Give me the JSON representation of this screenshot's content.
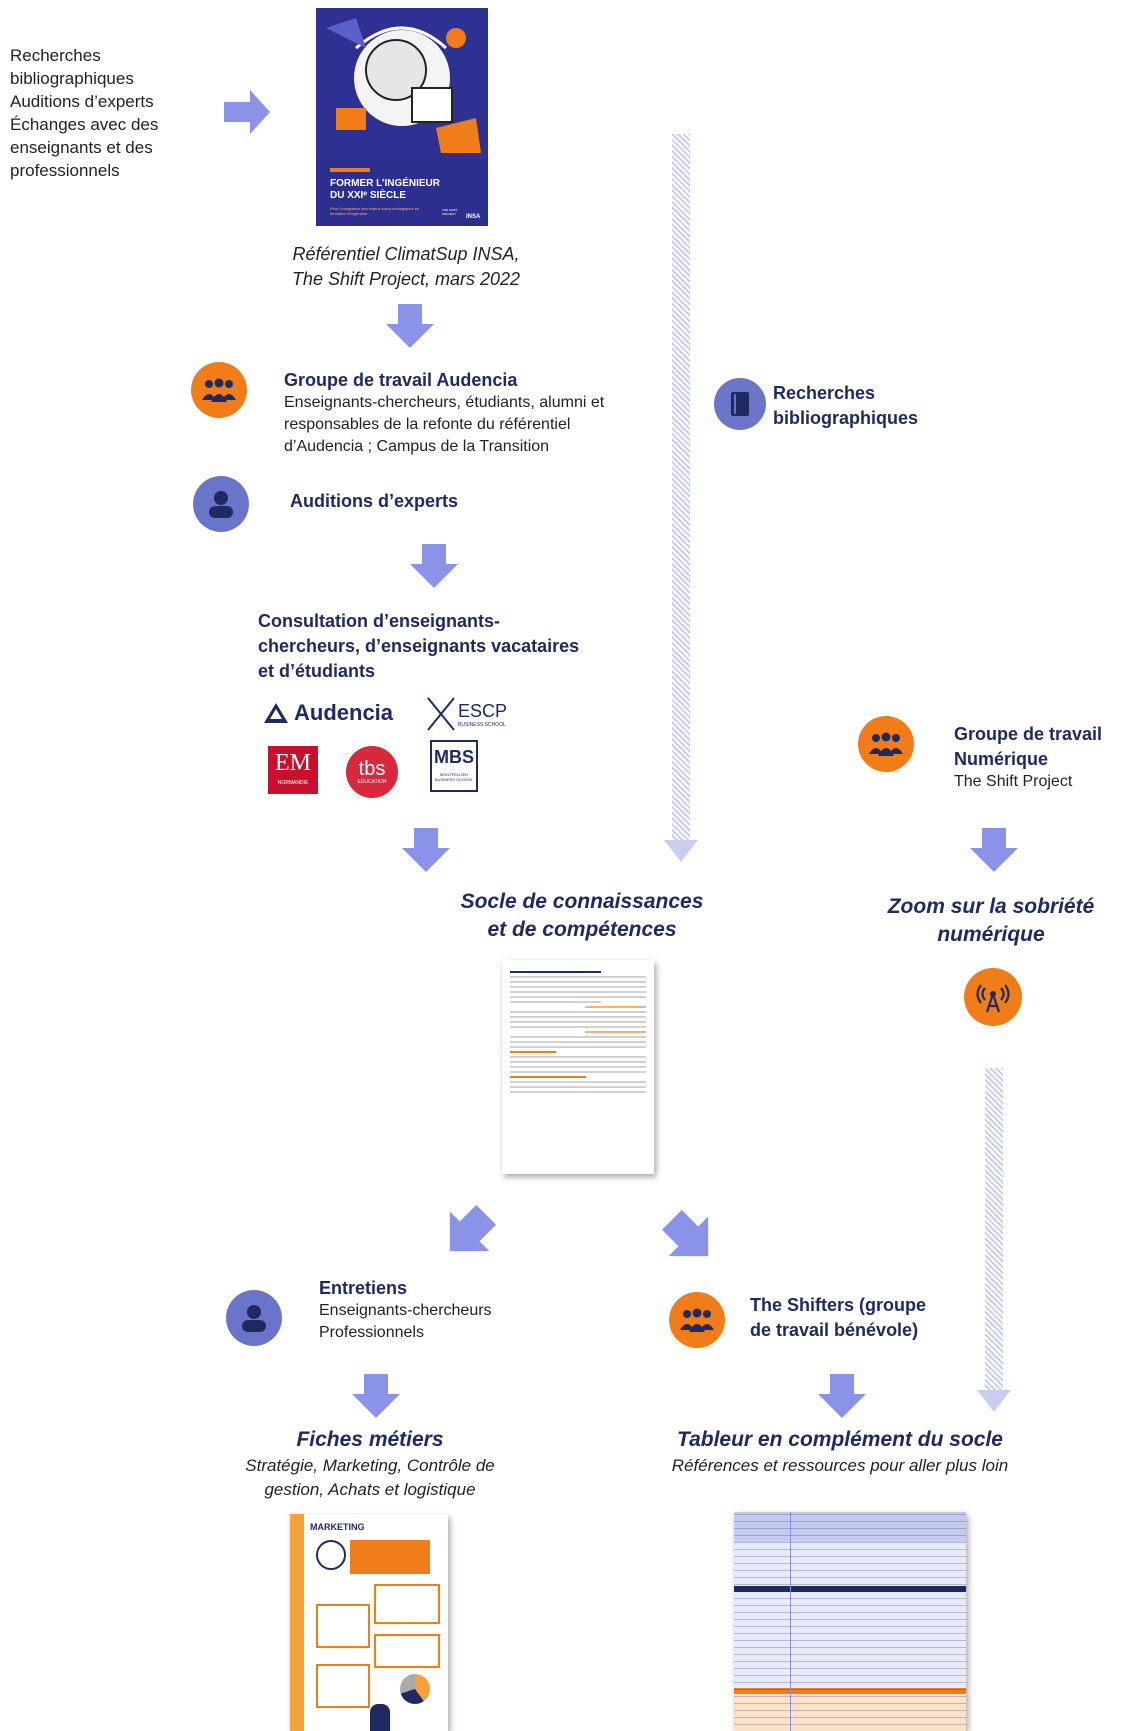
{
  "intro": {
    "lines": [
      "Recherches",
      "bibliographiques",
      "Auditions d’experts",
      "Échanges avec des",
      "enseignants et des",
      "professionnels"
    ]
  },
  "cover": {
    "title_line1": "FORMER L’INGÉNIEUR",
    "title_line2": "DU XXIᵉ SIÈCLE",
    "subtitle": "Pour l’intégration des enjeux socio-écologiques en formation d’ingénieur",
    "brand1": "THE SHIFT PROJECT",
    "brand2": "INSA"
  },
  "referential": {
    "line1": "Référentiel ClimatSup INSA,",
    "line2": "The Shift Project, mars 2022"
  },
  "group_audencia": {
    "title": "Groupe de travail Audencia",
    "desc1": "Enseignants-chercheurs, étudiants, alumni et",
    "desc2": "responsables de la refonte du référentiel",
    "desc3": "d’Audencia ; Campus de la Transition"
  },
  "experts": {
    "title": "Auditions  d’experts"
  },
  "consultation": {
    "line1": "Consultation d’enseignants-",
    "line2": "chercheurs, d’enseignants vacataires",
    "line3": "et d’étudiants"
  },
  "logos": {
    "audencia": "Audencia",
    "escp": "ESCP",
    "escp_sub": "BUSINESS SCHOOL",
    "em": "EM",
    "em_sub": "NORMANDIE",
    "tbs": "tbs",
    "tbs_sub": "EDUCATION",
    "mbs": "MBS",
    "mbs_sub": "MONTPELLIER BUSINESS SCHOOL"
  },
  "biblio": {
    "line1": "Recherches",
    "line2": "bibliographiques"
  },
  "group_numerique": {
    "line1": "Groupe de travail",
    "line2": "Numérique",
    "line3": "The Shift Project"
  },
  "socle": {
    "line1": "Socle de connaissances",
    "line2": "et de compétences"
  },
  "zoom": {
    "line1": "Zoom sur la sobriété",
    "line2": "numérique"
  },
  "entretiens": {
    "title": "Entretiens",
    "line1": "Enseignants-chercheurs",
    "line2": "Professionnels"
  },
  "shifters": {
    "line1": "The Shifters (groupe",
    "line2": "de travail bénévole)"
  },
  "fiches": {
    "title": "Fiches métiers",
    "line1": "Stratégie,  Marketing, Contrôle de",
    "line2": "gestion,  Achats et logistique"
  },
  "tableur": {
    "title": "Tableur en complément du socle",
    "subtitle": "Références et ressources pour aller plus loin"
  },
  "marketing_doc": {
    "title": "MARKETING"
  },
  "colors": {
    "navy": "#1f2a60",
    "arrow": "#8a93e8",
    "orange": "#f07c1a",
    "blue_icon": "#6a74c9"
  },
  "icons": [
    "group-icon",
    "person-icon",
    "book-icon",
    "antenna-icon"
  ]
}
